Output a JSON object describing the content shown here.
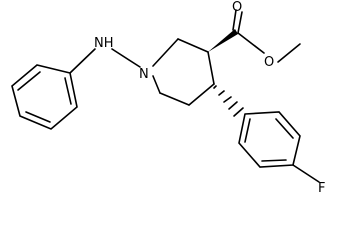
{
  "structure": {
    "atoms": {
      "nh": "NH",
      "n": "N",
      "o_carbonyl": "O",
      "o_ester": "O",
      "f": "F"
    },
    "colors": {
      "bond": "#000000",
      "background": "#ffffff"
    }
  }
}
